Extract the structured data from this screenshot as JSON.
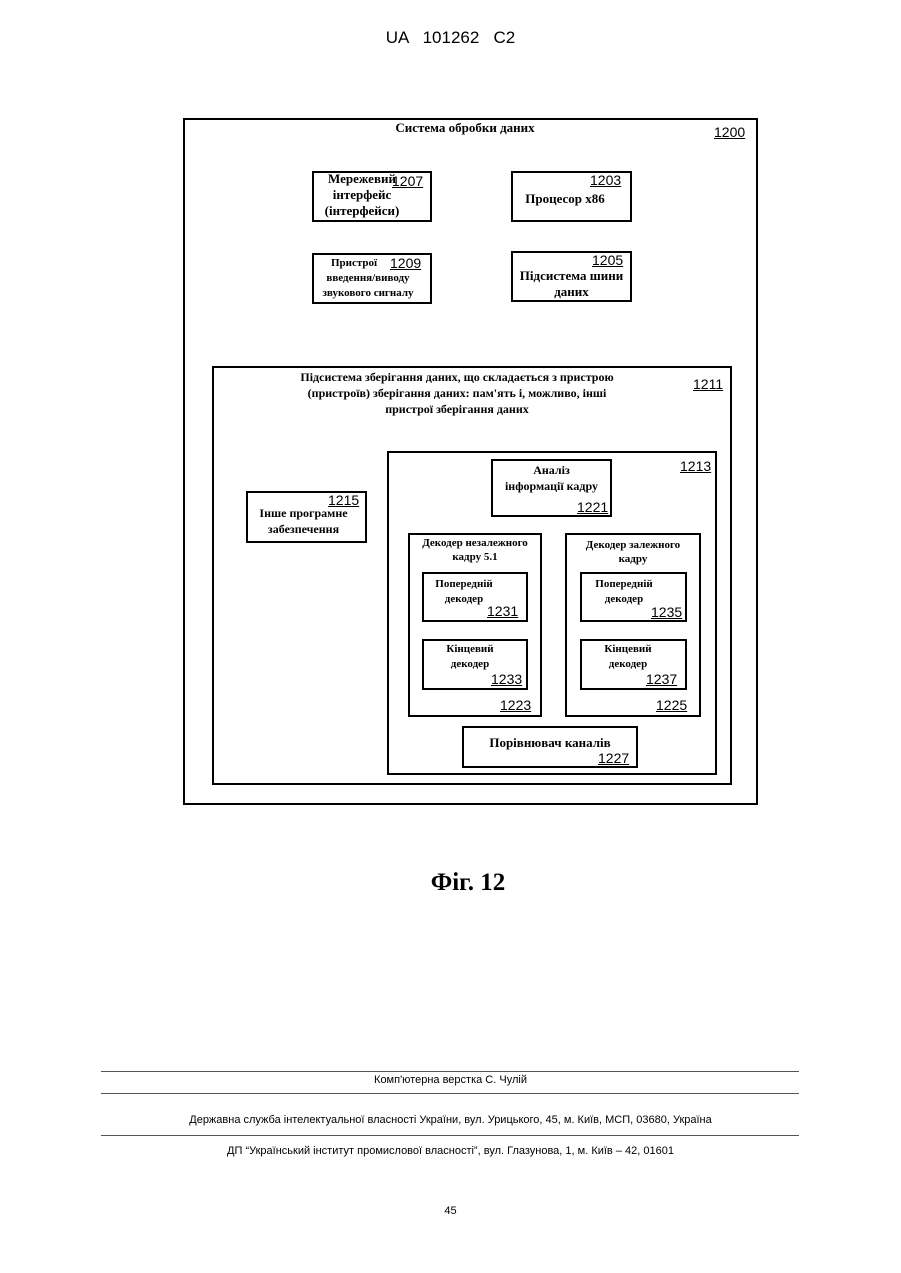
{
  "header": {
    "patent": "UA   101262   C2"
  },
  "diagram": {
    "system": {
      "title": "Система обробки даних",
      "ref": "1200"
    },
    "network_interface": {
      "line1": "Мережевий",
      "line2": "інтерфейс",
      "line3": "(інтерфейси)",
      "ref": "1207"
    },
    "processor": {
      "label": "Процесор x86",
      "ref": "1203"
    },
    "audio_io": {
      "line1": "Пристрої",
      "line2": "введення/виводу",
      "line3": "звукового сигналу",
      "ref": "1209"
    },
    "bus": {
      "line1": "Підсистема шини",
      "line2": "даних",
      "ref": "1205"
    },
    "storage": {
      "line1": "Підсистема  зберігання даних, що складається з пристрою",
      "line2": "(пристроїв) зберігання даних: пам'ять і, можливо, інші",
      "line3": "пристрої зберігання даних",
      "ref": "1211"
    },
    "other_software": {
      "line1": "Інше програмне",
      "line2": "забезпечення",
      "ref": "1215"
    },
    "decoder_group": {
      "ref": "1213"
    },
    "frame_info": {
      "line1": "Аналіз",
      "line2": "інформації кадру",
      "ref": "1221"
    },
    "independent_decoder": {
      "line1": "Декодер незалежного",
      "line2": "кадру 5.1",
      "ref": "1223"
    },
    "pre_decoder_1": {
      "line1": "Попередній",
      "line2": "декодер",
      "ref": "1231"
    },
    "final_decoder_1": {
      "line1": "Кінцевий",
      "line2": "декодер",
      "ref": "1233"
    },
    "dependent_decoder": {
      "line1": "Декодер залежного",
      "line2": "кадру",
      "ref": "1225"
    },
    "pre_decoder_2": {
      "line1": "Попередній",
      "line2": "декодер",
      "ref": "1235"
    },
    "final_decoder_2": {
      "line1": "Кінцевий",
      "line2": "декодер",
      "ref": "1237"
    },
    "channel_comparator": {
      "label": "Порівнювач каналів",
      "ref": "1227"
    }
  },
  "caption": "Фіг. 12",
  "footer": {
    "typeset": "Комп'ютерна верстка С. Чулій",
    "agency": "Державна служба інтелектуальної власності України, вул. Урицького, 45, м. Київ, МСП, 03680, Україна",
    "institute": "ДП “Український інститут промислової власності”, вул. Глазунова, 1, м. Київ – 42, 01601",
    "page": "45"
  }
}
